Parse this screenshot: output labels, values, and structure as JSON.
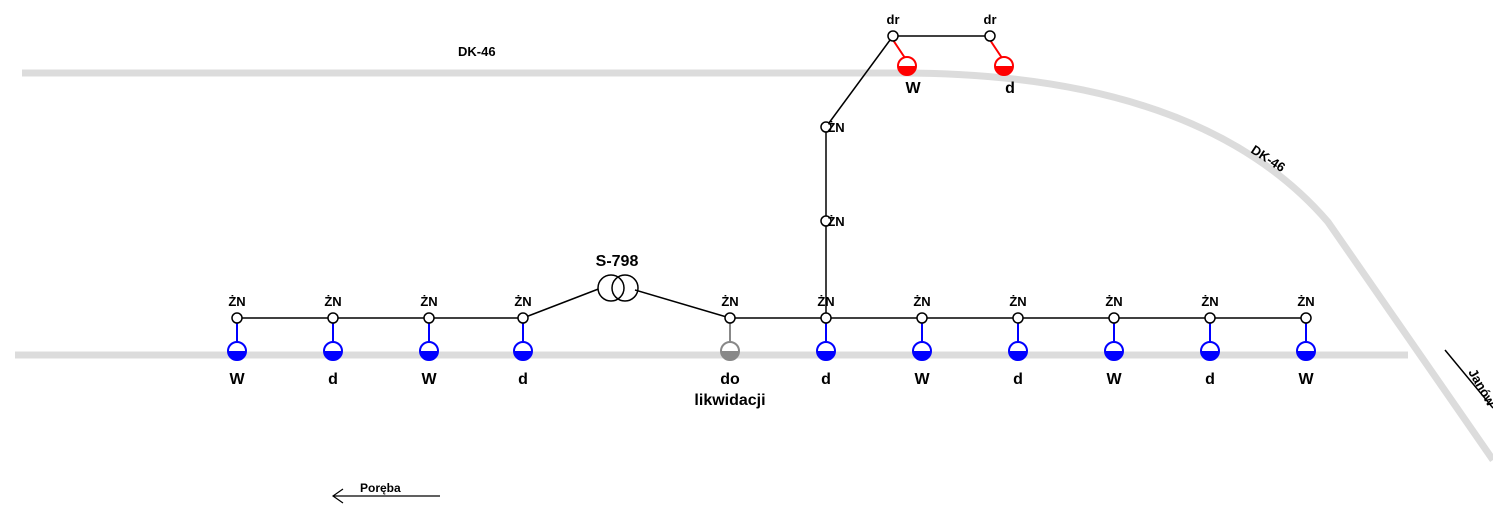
{
  "colors": {
    "road": "#dcdcdc",
    "blue": "#0000ff",
    "red": "#ff0000",
    "gray": "#888888",
    "line": "#000000"
  },
  "roads": {
    "dk46_label_top": "DK-46",
    "dk46_label_curve": "DK-46",
    "side_road_label": "Janów"
  },
  "station": {
    "label": "S-798"
  },
  "direction": {
    "label": "Poręba"
  },
  "main_line": {
    "poles": [
      {
        "node": "ŻN",
        "lamp": "W",
        "lamp_status": "blue"
      },
      {
        "node": "ŻN",
        "lamp": "d",
        "lamp_status": "blue"
      },
      {
        "node": "ŻN",
        "lamp": "W",
        "lamp_status": "blue"
      },
      {
        "node": "ŻN",
        "lamp": "d",
        "lamp_status": "blue"
      },
      {
        "node": "ŻN",
        "lamp": "do likwidacji",
        "lamp_status": "gray"
      },
      {
        "node": "ŻN",
        "lamp": "d",
        "lamp_status": "blue"
      },
      {
        "node": "ŻN",
        "lamp": "W",
        "lamp_status": "blue"
      },
      {
        "node": "ŻN",
        "lamp": "d",
        "lamp_status": "blue"
      },
      {
        "node": "ŻN",
        "lamp": "W",
        "lamp_status": "blue"
      },
      {
        "node": "ŻN",
        "lamp": "d",
        "lamp_status": "blue"
      },
      {
        "node": "ŻN",
        "lamp": "W",
        "lamp_status": "blue"
      }
    ]
  },
  "branch": {
    "mid_poles": [
      {
        "node": "ŻN"
      },
      {
        "node": "ŻN"
      }
    ],
    "top_poles": [
      {
        "node": "dr",
        "lamp": "W",
        "lamp_status": "red"
      },
      {
        "node": "dr",
        "lamp": "d",
        "lamp_status": "red"
      }
    ]
  }
}
